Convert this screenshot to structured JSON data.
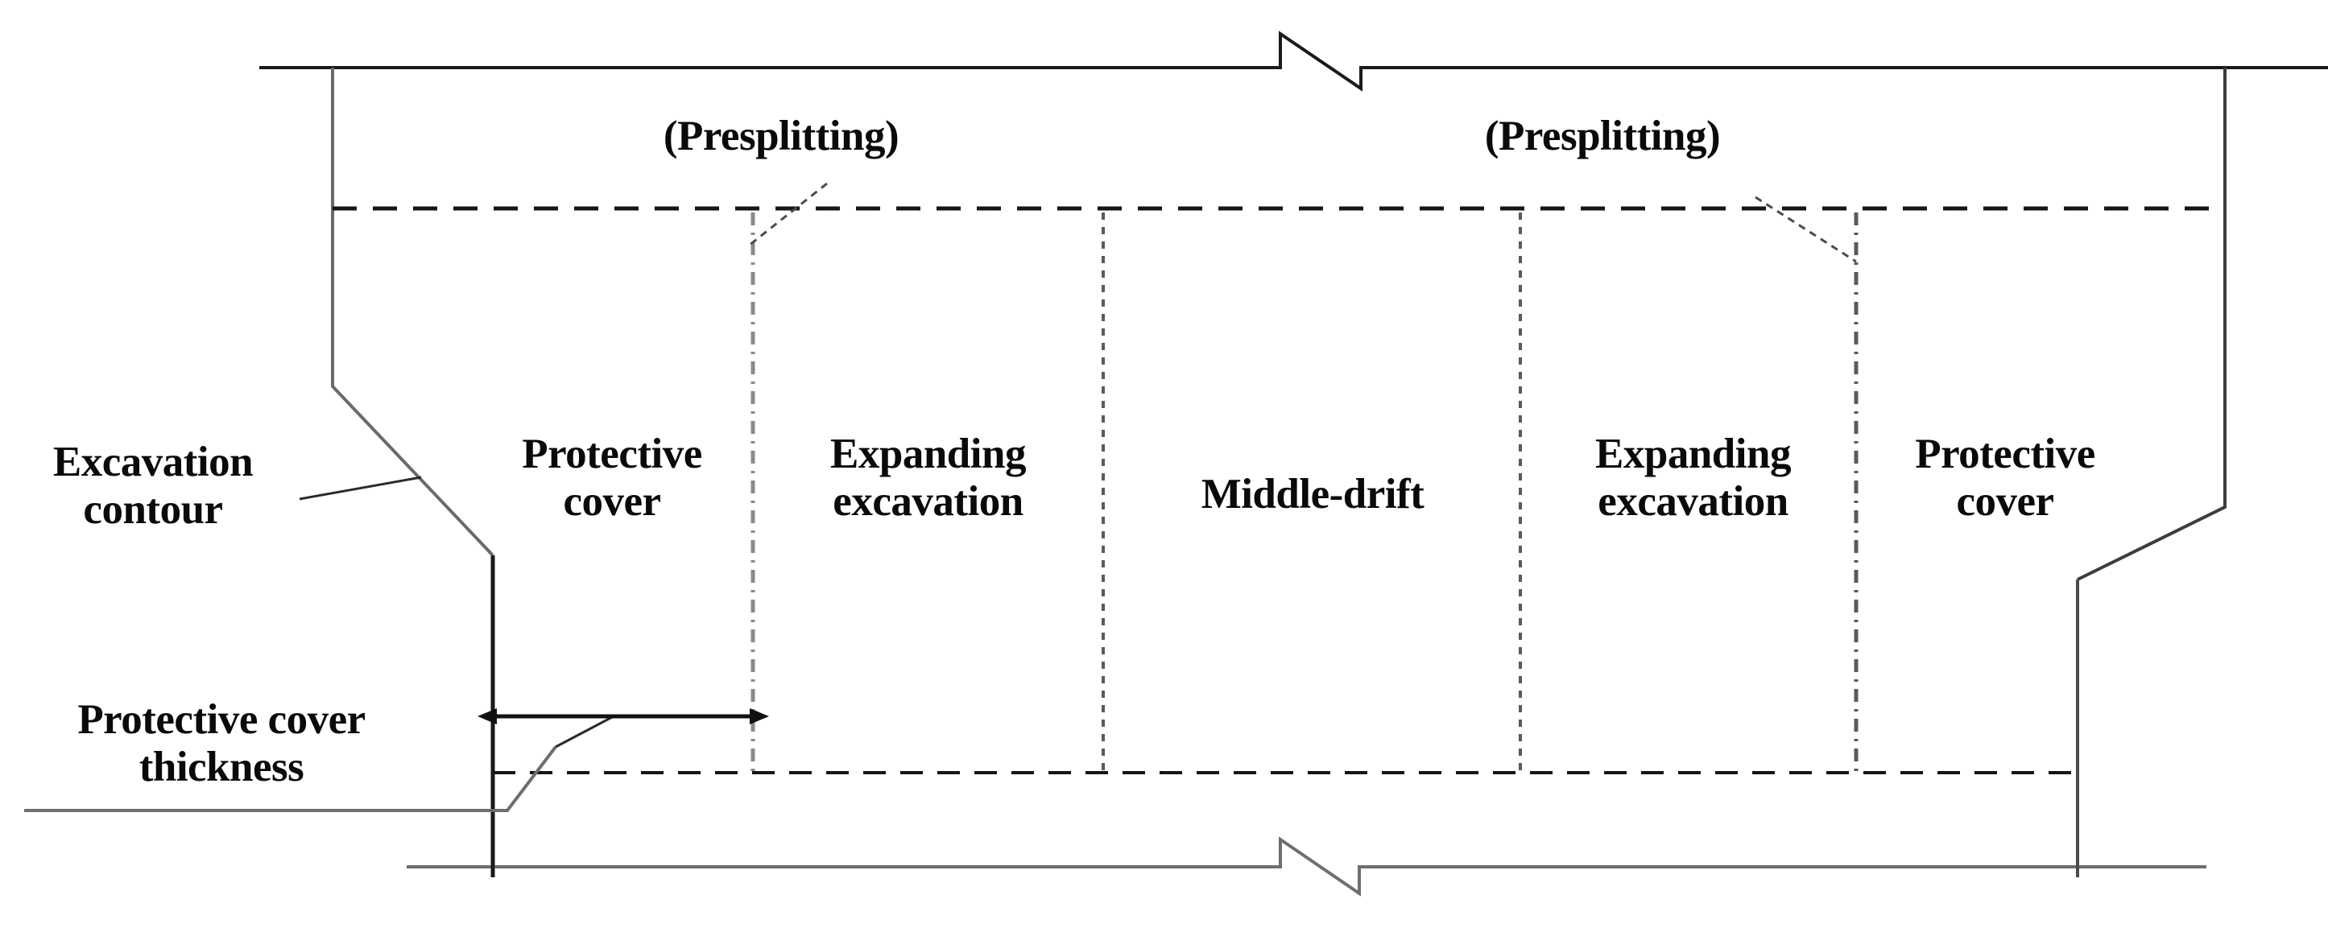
{
  "diagram": {
    "title": "Tunnel excavation cross-section with protective cover",
    "type": "engineering-cross-section",
    "background_color": "#ffffff",
    "line_color": "#1a1a1a",
    "text_color": "#0a0a0a"
  },
  "annotations": {
    "presplitting_left": "(Presplitting)",
    "presplitting_right": "(Presplitting)",
    "excavation_contour": "Excavation\ncontour",
    "protective_cover_thickness": "Protective cover\nthickness"
  },
  "zones": [
    {
      "id": "protective-cover-left",
      "label": "Protective\ncover",
      "order": 1
    },
    {
      "id": "expanding-excav-left",
      "label": "Expanding\nexcavation",
      "order": 2
    },
    {
      "id": "middle-drift",
      "label": "Middle-drift",
      "order": 3
    },
    {
      "id": "expanding-excav-right",
      "label": "Expanding\nexcavation",
      "order": 4
    },
    {
      "id": "protective-cover-right",
      "label": "Protective\ncover",
      "order": 5
    }
  ],
  "icons": {
    "dimension_arrow": "double-headed-arrow",
    "break_symbol_top": "zigzag-break",
    "break_symbol_bottom": "zigzag-break"
  }
}
